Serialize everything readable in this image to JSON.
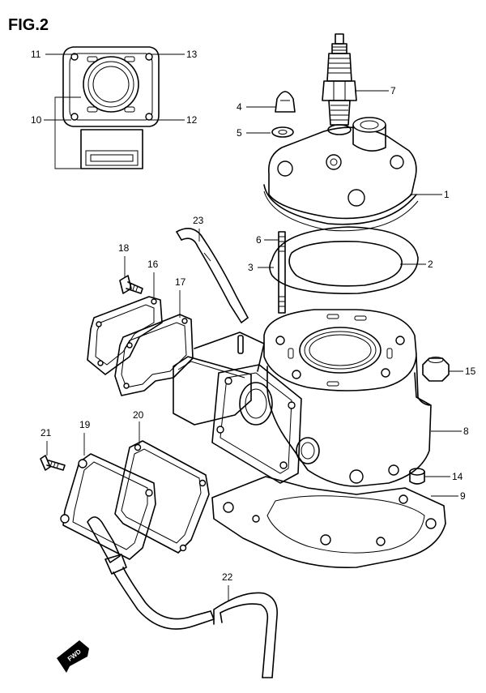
{
  "figure": {
    "title": "FIG.2"
  },
  "callouts": {
    "c1": "1",
    "c2": "2",
    "c3": "3",
    "c4": "4",
    "c5": "5",
    "c6": "6",
    "c7": "7",
    "c8": "8",
    "c9": "9",
    "c10": "10",
    "c11": "11",
    "c12": "12",
    "c13": "13",
    "c14": "14",
    "c15": "15",
    "c16": "16",
    "c17": "17",
    "c18": "18",
    "c19": "19",
    "c20": "20",
    "c21": "21",
    "c22": "22",
    "c23": "23"
  },
  "direction_badge": {
    "label": "FWD"
  }
}
